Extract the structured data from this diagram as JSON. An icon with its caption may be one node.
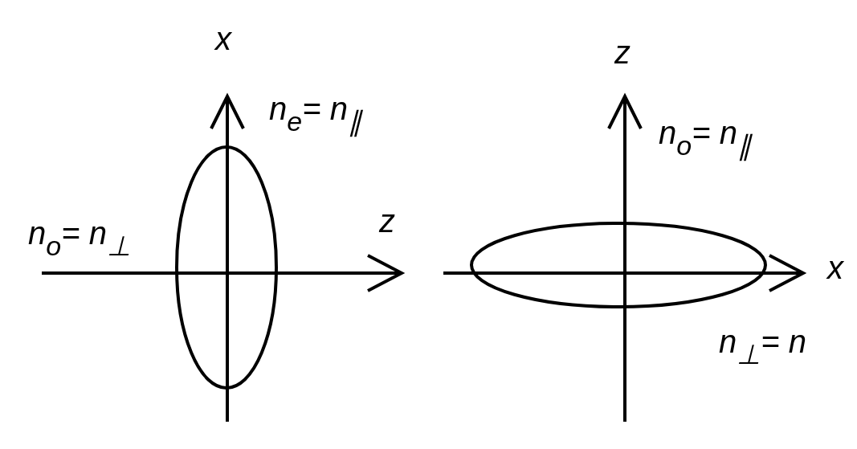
{
  "diagram": {
    "nodes": [
      {
        "text": [],
        "shape": "ellipse"
      },
      {
        "text": [],
        "shape": "ellipse"
      }
    ],
    "labels": [
      "x",
      "n$_{e}$= n$_{∥}$",
      "z",
      "n$_{o}$= n$_{∥}$",
      "n$_{o}$= n$_{⊥}$",
      "z",
      "x",
      "n$_{⊥}$= n"
    ]
  }
}
